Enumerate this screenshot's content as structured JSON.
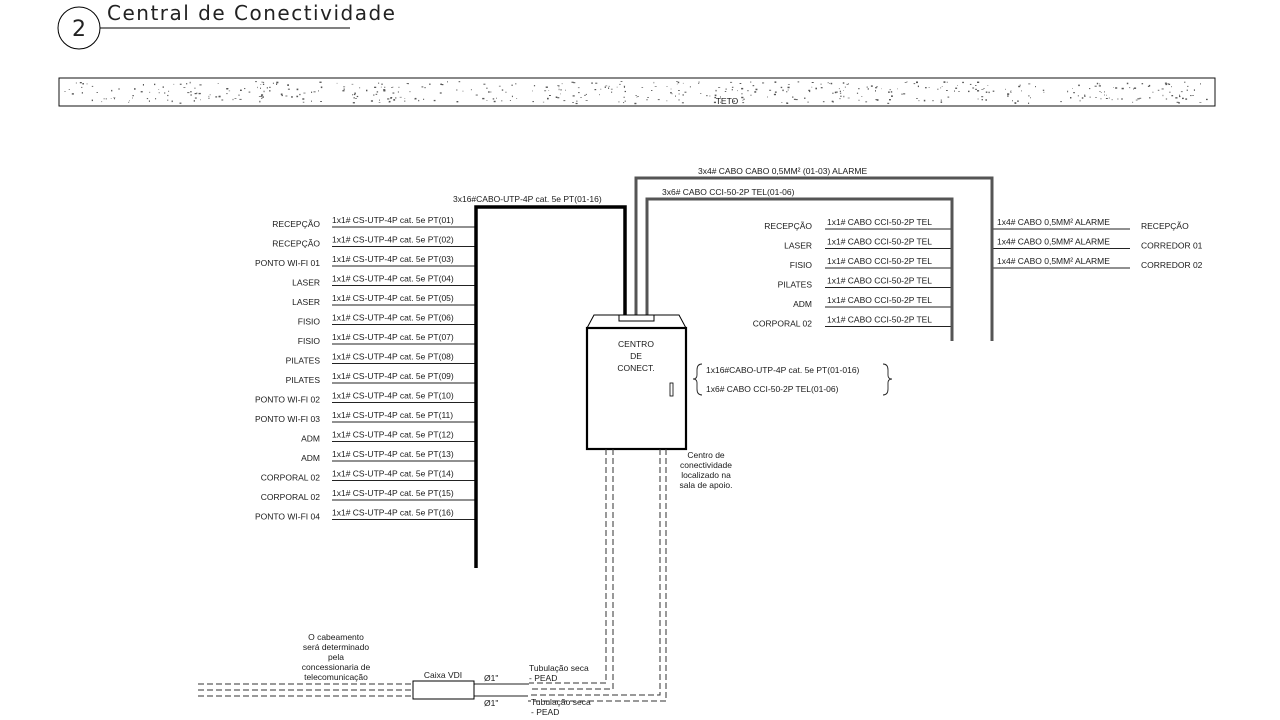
{
  "header": {
    "number": "2",
    "title": "Central de Conectividade"
  },
  "ceiling": {
    "label": "TETO"
  },
  "left_panel": {
    "trunk_label": "3x16#CABO-UTP-4P cat. 5e PT(01-16)",
    "rows": [
      {
        "point": "RECEPÇÃO",
        "cable": "1x1# CS-UTP-4P cat. 5e PT(01)"
      },
      {
        "point": "RECEPÇÃO",
        "cable": "1x1# CS-UTP-4P cat. 5e PT(02)"
      },
      {
        "point": "PONTO WI-FI 01",
        "cable": "1x1# CS-UTP-4P cat. 5e PT(03)"
      },
      {
        "point": "LASER",
        "cable": "1x1# CS-UTP-4P cat. 5e PT(04)"
      },
      {
        "point": "LASER",
        "cable": "1x1# CS-UTP-4P cat. 5e PT(05)"
      },
      {
        "point": "FISIO",
        "cable": "1x1# CS-UTP-4P cat. 5e PT(06)"
      },
      {
        "point": "FISIO",
        "cable": "1x1# CS-UTP-4P cat. 5e PT(07)"
      },
      {
        "point": "PILATES",
        "cable": "1x1# CS-UTP-4P cat. 5e PT(08)"
      },
      {
        "point": "PILATES",
        "cable": "1x1# CS-UTP-4P cat. 5e PT(09)"
      },
      {
        "point": "PONTO WI-FI 02",
        "cable": "1x1# CS-UTP-4P cat. 5e PT(10)"
      },
      {
        "point": "PONTO WI-FI 03",
        "cable": "1x1# CS-UTP-4P cat. 5e PT(11)"
      },
      {
        "point": "ADM",
        "cable": "1x1# CS-UTP-4P cat. 5e PT(12)"
      },
      {
        "point": "ADM",
        "cable": "1x1# CS-UTP-4P cat. 5e PT(13)"
      },
      {
        "point": "CORPORAL 02",
        "cable": "1x1# CS-UTP-4P cat. 5e PT(14)"
      },
      {
        "point": "CORPORAL 02",
        "cable": "1x1# CS-UTP-4P cat. 5e PT(15)"
      },
      {
        "point": "PONTO WI-FI 04",
        "cable": "1x1# CS-UTP-4P cat. 5e PT(16)"
      }
    ]
  },
  "tel_panel": {
    "trunk_label": "3x6# CABO CCI-50-2P TEL(01-06)",
    "rows": [
      {
        "point": "RECEPÇÃO",
        "cable": "1x1# CABO CCI-50-2P TEL"
      },
      {
        "point": "LASER",
        "cable": "1x1# CABO CCI-50-2P TEL"
      },
      {
        "point": "FISIO",
        "cable": "1x1# CABO CCI-50-2P TEL"
      },
      {
        "point": "PILATES",
        "cable": "1x1# CABO CCI-50-2P TEL"
      },
      {
        "point": "ADM",
        "cable": "1x1# CABO CCI-50-2P TEL"
      },
      {
        "point": "CORPORAL 02",
        "cable": "1x1# CABO CCI-50-2P TEL"
      }
    ]
  },
  "alarm_panel": {
    "trunk_label": "3x4# CABO CABO 0,5MM² (01-03) ALARME",
    "rows": [
      {
        "cable": "1x4# CABO 0,5MM² ALARME",
        "point": "RECEPÇÃO"
      },
      {
        "cable": "1x4# CABO 0,5MM² ALARME",
        "point": "CORREDOR 01"
      },
      {
        "cable": "1x4# CABO 0,5MM² ALARME",
        "point": "CORREDOR 02"
      }
    ]
  },
  "cabinet": {
    "line1": "CENTRO",
    "line2": "DE",
    "line3": "CONECT.",
    "summary": [
      "1x16#CABO-UTP-4P cat. 5e PT(01-016)",
      "1x6# CABO CCI-50-2P TEL(01-06)"
    ],
    "note": [
      "Centro de",
      "conectividade",
      "localizado na",
      "sala de apoio."
    ]
  },
  "bottom": {
    "note": [
      "O cabeamento",
      "será determinado",
      "pela",
      "concessionaria de",
      "telecomunicação"
    ],
    "box_label": "Caixa VDI",
    "diam1": "Ø1\"",
    "diam2": "Ø1\"",
    "pipe1": [
      "Tubulação seca",
      "- PEAD"
    ],
    "pipe2": [
      "Tubulação seca",
      "- PEAD"
    ]
  }
}
